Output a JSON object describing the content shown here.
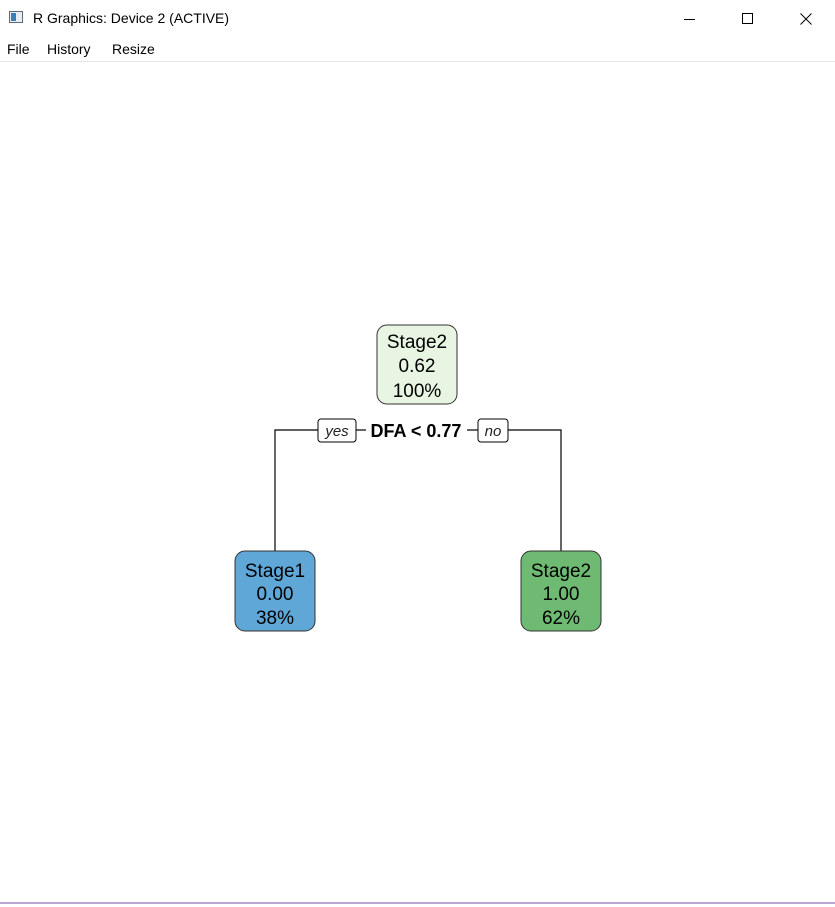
{
  "window": {
    "title": "R Graphics: Device 2 (ACTIVE)"
  },
  "menu": {
    "file": "File",
    "history": "History",
    "resize": "Resize"
  },
  "tree": {
    "root": {
      "label": "Stage2",
      "value": "0.62",
      "percent": "100%",
      "fill": "#e8f5e2"
    },
    "split": {
      "condition": "DFA < 0.77",
      "yes": "yes",
      "no": "no"
    },
    "left": {
      "label": "Stage1",
      "value": "0.00",
      "percent": "38%",
      "fill": "#5ea7d6"
    },
    "right": {
      "label": "Stage2",
      "value": "1.00",
      "percent": "62%",
      "fill": "#6fba72"
    }
  }
}
